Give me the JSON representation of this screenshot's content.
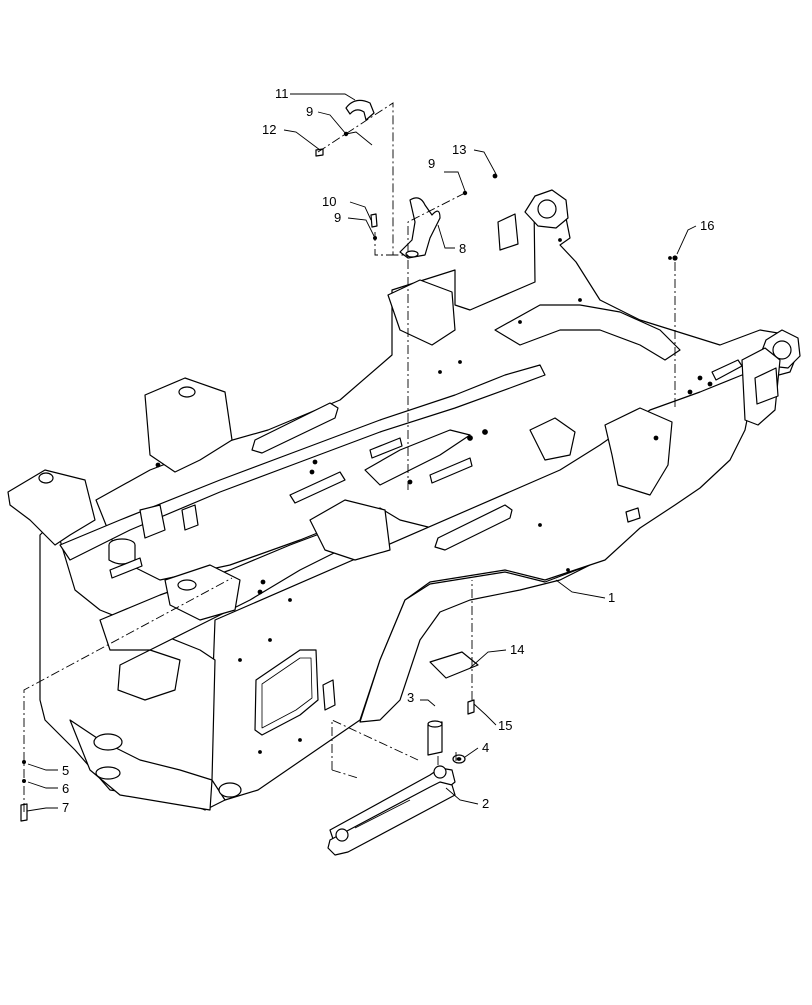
{
  "diagram": {
    "callouts": [
      {
        "id": "c1",
        "text": "1"
      },
      {
        "id": "c2",
        "text": "2"
      },
      {
        "id": "c3",
        "text": "3"
      },
      {
        "id": "c4",
        "text": "4"
      },
      {
        "id": "c5",
        "text": "5"
      },
      {
        "id": "c6",
        "text": "6"
      },
      {
        "id": "c7",
        "text": "7"
      },
      {
        "id": "c8",
        "text": "8"
      },
      {
        "id": "c9a",
        "text": "9"
      },
      {
        "id": "c9b",
        "text": "9"
      },
      {
        "id": "c9c",
        "text": "9"
      },
      {
        "id": "c10",
        "text": "10"
      },
      {
        "id": "c11",
        "text": "11"
      },
      {
        "id": "c12",
        "text": "12"
      },
      {
        "id": "c13",
        "text": "13"
      },
      {
        "id": "c14",
        "text": "14"
      },
      {
        "id": "c15",
        "text": "15"
      },
      {
        "id": "c16",
        "text": "16"
      }
    ]
  }
}
